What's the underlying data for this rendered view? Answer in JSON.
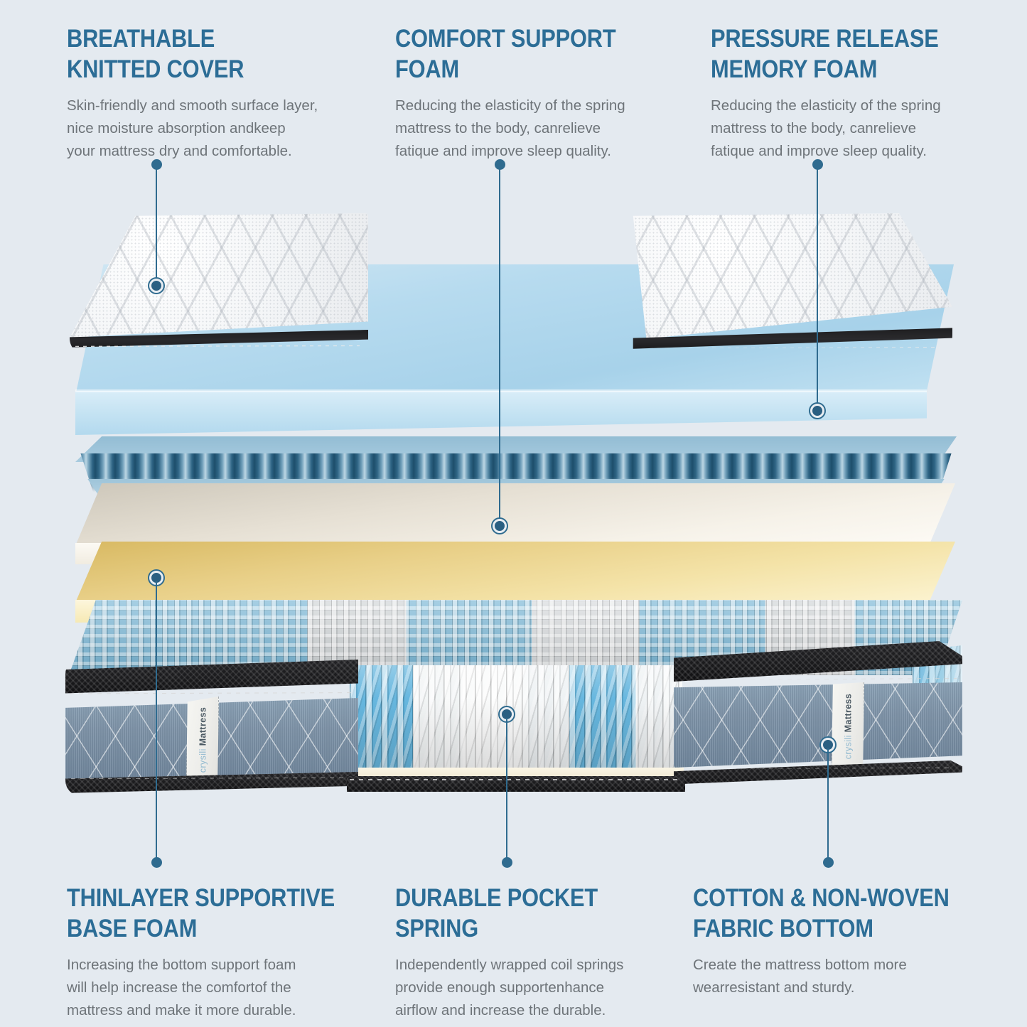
{
  "theme": {
    "background": "#e4eaf0",
    "heading_color": "#2c6d96",
    "body_color": "#6e7479",
    "leader_color": "#2f6b8f"
  },
  "callouts": {
    "breathable_cover": {
      "title": "BREATHABLE\nKNITTED COVER",
      "body": "Skin-friendly and smooth surface layer,\nnice moisture absorption andkeep\nyour mattress dry and comfortable."
    },
    "comfort_foam": {
      "title": "COMFORT SUPPORT\nFOAM",
      "body": "Reducing the elasticity of the spring\nmattress to the body, canrelieve\nfatique and improve sleep quality."
    },
    "memory_foam": {
      "title": "PRESSURE RELEASE\nMEMORY FOAM",
      "body": "Reducing the elasticity of the spring\nmattress to the body, canrelieve\nfatique and improve sleep quality."
    },
    "base_foam": {
      "title": "THINLAYER SUPPORTIVE\nBASE FOAM",
      "body": "Increasing the bottom support foam\nwill help increase the comfortof the\nmattress and make it more durable."
    },
    "pocket_spring": {
      "title": "DURABLE POCKET\nSPRING",
      "body": "Independently wrapped coil springs\nprovide enough supportenhance\nairflow and increase the durable."
    },
    "fabric_bottom": {
      "title": "COTTON & NON-WOVEN\nFABRIC BOTTOM",
      "body": "Create the mattress bottom more\nwearresistant and sturdy."
    }
  },
  "brand": {
    "mark": "crysili",
    "word": "Mattress"
  },
  "layers": [
    {
      "name": "knitted-cover",
      "label": "Breathable knitted cover",
      "color": "#fbfcfd"
    },
    {
      "name": "comfort-foam",
      "label": "Comfort support foam",
      "color": "#aed4e8"
    },
    {
      "name": "egg-crate-foam",
      "label": "Convoluted support foam",
      "color": "#1d4e6b"
    },
    {
      "name": "memory-foam",
      "label": "Pressure release memory foam",
      "color": "#f6f1e6"
    },
    {
      "name": "base-foam",
      "label": "Thinlayer supportive base foam",
      "color": "#f3de9e"
    },
    {
      "name": "pocket-springs",
      "label": "Durable pocket spring unit",
      "color": "#5bafdd"
    },
    {
      "name": "fabric-bottom",
      "label": "Cotton & non-woven fabric bottom",
      "color": "#7e93a8"
    }
  ]
}
